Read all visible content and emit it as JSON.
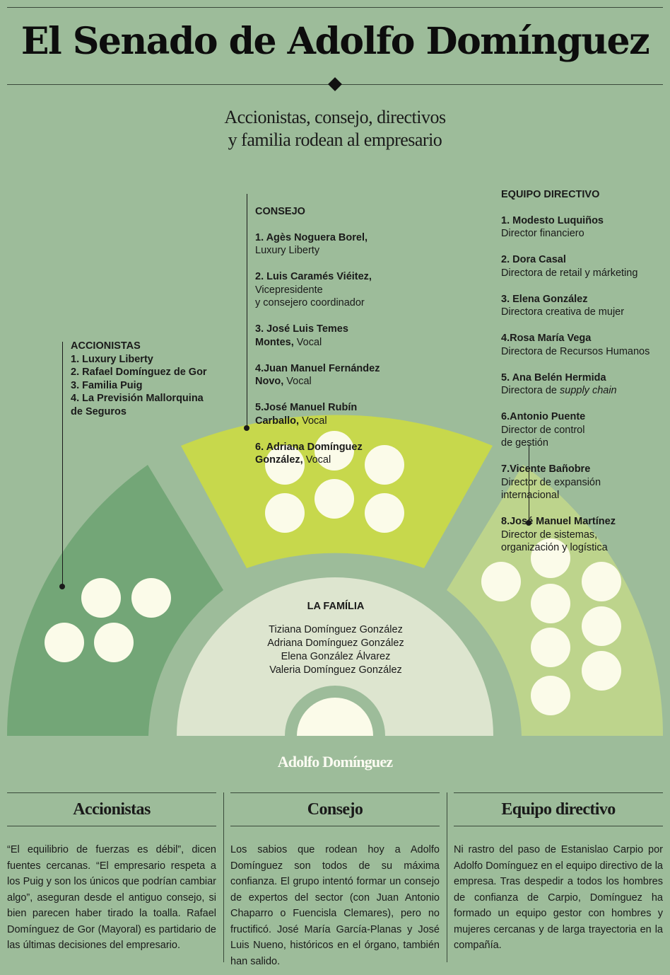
{
  "title": "El Senado de Adolfo Domínguez",
  "subtitle_lines": [
    "Accionistas, consejo, directivos",
    "y familia rodean al empresario"
  ],
  "accionistas": {
    "heading": "ACCIONISTAS",
    "items": [
      "1. Luxury Liberty",
      "2. Rafael Domínguez de Gor",
      "3. Familia Puig",
      "4. La Previsión Mallorquina",
      "de Seguros"
    ]
  },
  "consejo": {
    "heading": "CONSEJO",
    "items": [
      {
        "name": "1. Agès Noguera Borel,",
        "role": "Luxury Liberty"
      },
      {
        "name": "2. Luis Caramés Viéitez,",
        "role": "Vicepresidente\ny consejero coordinador"
      },
      {
        "name": "3. José Luis Temes\nMontes,",
        "role": " Vocal"
      },
      {
        "name": "4.Juan Manuel Fernández\nNovo,",
        "role": " Vocal"
      },
      {
        "name": "5.José Manuel Rubín\nCarballo,",
        "role": " Vocal"
      },
      {
        "name": "6. Adriana Domínguez\nGonzález,",
        "role": " Vocal"
      }
    ]
  },
  "equipo": {
    "heading": "EQUIPO DIRECTIVO",
    "items": [
      {
        "name": "1. Modesto Luquiños",
        "role": "Director financiero"
      },
      {
        "name": "2. Dora Casal",
        "role": "Directora de retail y márketing"
      },
      {
        "name": "3. Elena González",
        "role": "Directora creativa de mujer"
      },
      {
        "name": "4.Rosa María Vega",
        "role": "Directora de Recursos Humanos"
      },
      {
        "name": "5. Ana Belén Hermida",
        "role": "Directora de ",
        "role_italic": "supply chain"
      },
      {
        "name": "6.Antonio Puente",
        "role": "Director de control\nde gestión"
      },
      {
        "name": "7.Vicente Bañobre",
        "role": "Director de expansión\ninternacional"
      },
      {
        "name": "8.José Manuel Martínez",
        "role": "Director de sistemas,\norganización y logística"
      }
    ]
  },
  "familia": {
    "heading": "LA FAMÍLIA",
    "members": [
      "Tiziana Domínguez González",
      "Adriana Domínguez González",
      "Elena González Álvarez",
      "Valeria Domínguez González"
    ]
  },
  "brand": "Adolfo Domínguez",
  "columns": [
    {
      "title": "Accionistas",
      "text": "“El equilibrio de fuerzas es débil”, dicen fuentes cercanas. “El empresario respeta a los Puig y son los únicos que podrían cambiar algo”, aseguran desde el antiguo consejo, si bien parecen haber tirado la toalla. Rafael Domínguez de Gor (Mayoral) es partidario de las últimas decisiones del empresario."
    },
    {
      "title": "Consejo",
      "text": "Los sabios que rodean hoy a Adolfo Domínguez son todos de su máxima confianza. El grupo intentó formar un consejo de expertos del sector (con Juan Antonio Chaparro o Fuencisla Clemares), pero no fructificó. José María García-Planas y José Luis Nueno, históricos en el órgano, también han salido."
    },
    {
      "title": "Equipo directivo",
      "text": "Ni rastro del paso de Estanislao Carpio por Adolfo Domínguez en el equipo directivo de la empresa. Tras despedir a todos los hombres de confianza de Carpio, Domínguez ha formado un equipo gestor con hombres y mujeres cercanas y de larga trayectoria en la compañía."
    }
  ],
  "colors": {
    "background": "#9dbc9a",
    "accionistas": "#73a677",
    "consejo": "#c7d84c",
    "equipo": "#bdd48c",
    "familia": "#dde5cf",
    "seat": "#fbfbe9"
  }
}
